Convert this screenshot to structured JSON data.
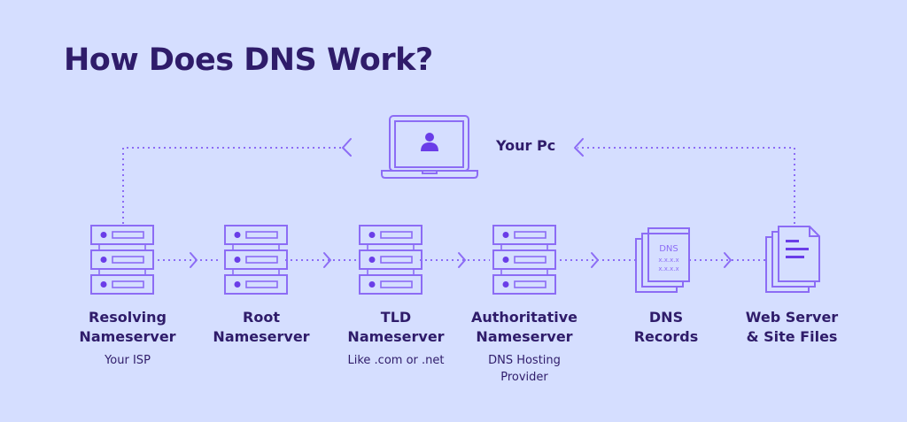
{
  "title": "How Does DNS Work?",
  "pc": {
    "label": "Your Pc",
    "icon": "laptop-user-icon"
  },
  "nodes": [
    {
      "label_line1": "Resolving",
      "label_line2": "Nameserver",
      "sub": [
        "Your ISP"
      ],
      "icon": "server-stack-icon"
    },
    {
      "label_line1": "Root",
      "label_line2": "Nameserver",
      "sub": [],
      "icon": "server-stack-icon"
    },
    {
      "label_line1": "TLD",
      "label_line2": "Nameserver",
      "sub": [
        "Like .com or .net"
      ],
      "icon": "server-stack-icon"
    },
    {
      "label_line1": "Authoritative",
      "label_line2": "Nameserver",
      "sub": [
        "DNS Hosting",
        "Provider"
      ],
      "icon": "server-stack-icon"
    },
    {
      "label_line1": "DNS",
      "label_line2": "Records",
      "sub": [],
      "icon": "dns-records-icon"
    },
    {
      "label_line1": "Web Server",
      "label_line2": "& Site Files",
      "sub": [],
      "icon": "document-stack-icon"
    }
  ],
  "dns_icon_text": {
    "heading": "DNS",
    "line1": "x.x.x.x",
    "line2": "x.x.x.x"
  },
  "colors": {
    "background": "#d5deff",
    "text": "#2f1c6a",
    "line": "#8c6cf5",
    "accent": "#6a3de8"
  }
}
